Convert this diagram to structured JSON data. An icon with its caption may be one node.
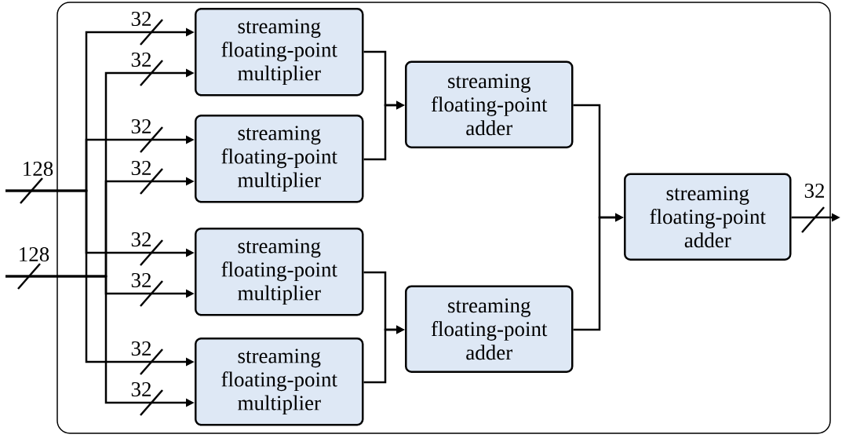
{
  "diagram": {
    "nodes": [
      {
        "text": [],
        "shape": "box"
      },
      {
        "text": [
          "streaming floating-point multiplier"
        ],
        "in": 0
      },
      {
        "text": [
          "streaming floating-point multiplier"
        ],
        "in": 0
      },
      {
        "text": [
          "streaming floating-point multiplier"
        ],
        "in": 0
      },
      {
        "text": [
          "streaming floating-point multiplier"
        ],
        "in": 0
      },
      {
        "text": [
          "streaming floating-point adder"
        ],
        "in": 0
      },
      {
        "text": [
          "streaming floating-point adder"
        ],
        "in": 0
      },
      {
        "text": [
          "streaming floating-point adder"
        ],
        "in": 0
      }
    ],
    "edges": [
      {
        "from": null,
        "to": 1,
        "arrow": "to",
        "label": "32"
      },
      {
        "from": null,
        "to": 2,
        "arrow": "to",
        "label": "32"
      },
      {
        "from": null,
        "to": 3,
        "arrow": "to",
        "label": "32"
      },
      {
        "from": null,
        "to": 4,
        "arrow": "to",
        "label": "32"
      },
      {
        "from": null,
        "to": 1,
        "arrow": "to",
        "label": "32"
      },
      {
        "from": null,
        "to": 2,
        "arrow": "to",
        "label": "32"
      },
      {
        "from": null,
        "to": 3,
        "arrow": "to",
        "label": "32"
      },
      {
        "from": null,
        "to": 4,
        "arrow": "to",
        "label": "32"
      },
      {
        "from": 1,
        "to": 5,
        "arrow": "to"
      },
      {
        "from": 2,
        "to": 5,
        "arrow": "to"
      },
      {
        "from": 3,
        "to": 6,
        "arrow": "to"
      },
      {
        "from": 4,
        "to": 6,
        "arrow": "to"
      },
      {
        "from": 5,
        "to": 7,
        "arrow": "to"
      },
      {
        "from": 6,
        "to": 7,
        "arrow": "to"
      },
      {
        "from": 7,
        "to": null,
        "arrow": "to",
        "label": "32"
      }
    ],
    "labels": [
      "128",
      "128"
    ]
  }
}
